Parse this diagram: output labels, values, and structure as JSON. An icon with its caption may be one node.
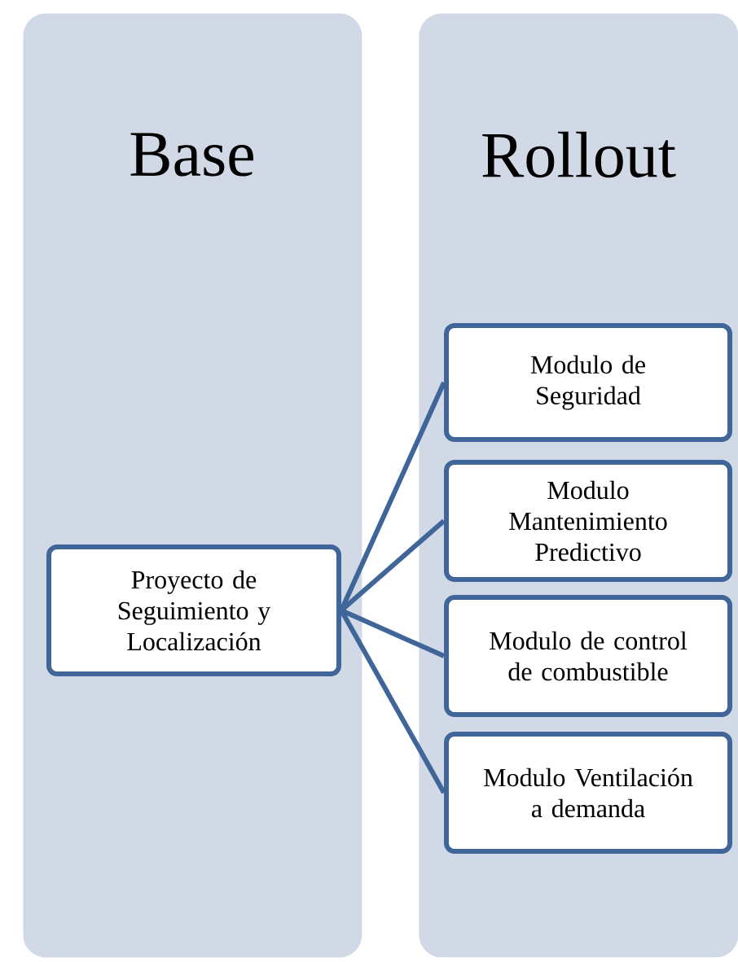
{
  "diagram": {
    "nodes": [
      {
        "text": [
          "Base"
        ]
      },
      {
        "text": [
          "Rollout"
        ]
      },
      {
        "text": [
          "Proyecto de Seguimiento y Localización"
        ],
        "in": 0
      },
      {
        "text": [
          "Modulo de Seguridad"
        ],
        "in": 1
      },
      {
        "text": [
          "Modulo Mantenimiento Predictivo"
        ],
        "in": 1
      },
      {
        "text": [
          "Modulo de control de combustible"
        ],
        "in": 1
      },
      {
        "text": [
          "Modulo Ventilación a demanda"
        ],
        "in": 1
      }
    ],
    "edges": [
      {
        "from": 2,
        "to": 3,
        "arrow": "none"
      },
      {
        "from": 2,
        "to": 4,
        "arrow": "none"
      },
      {
        "from": 2,
        "to": 5,
        "arrow": "none"
      },
      {
        "from": 2,
        "to": 6,
        "arrow": "none"
      }
    ]
  }
}
